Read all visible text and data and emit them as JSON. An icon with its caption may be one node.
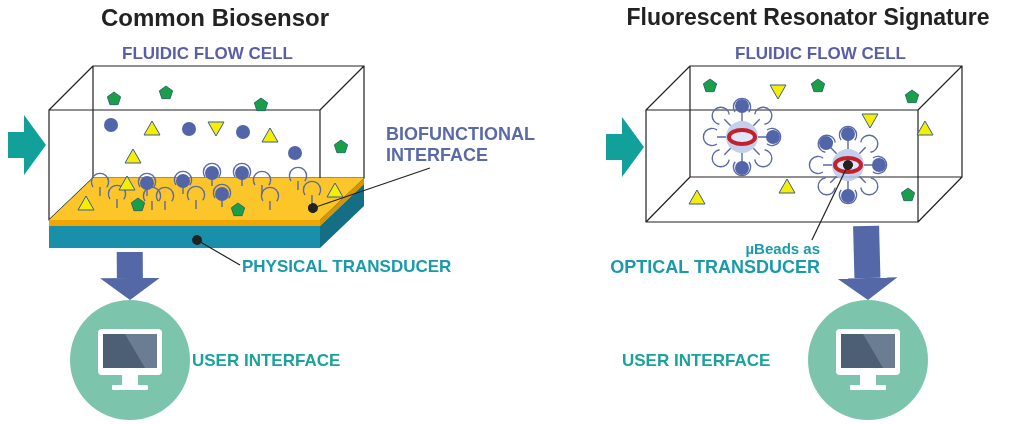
{
  "diagram": {
    "nodes": [
      {
        "text": [
          "FLUIDIC FLOW CELL"
        ]
      },
      {
        "text": [
          "BIOFUNCTIONAL INTERFACE"
        ]
      },
      {
        "text": [],
        "shape": "bar",
        "in": 0
      },
      {
        "text": [
          "PHYSICAL TRANSDUCER"
        ]
      },
      {
        "text": [],
        "shape": "bar"
      },
      {
        "text": [],
        "shape": "circle",
        "beside": [
          "USER INTERFACE"
        ]
      },
      {
        "text": [
          "FLUIDIC FLOW CELL"
        ]
      },
      {
        "text": [],
        "shape": "circle",
        "in": 6
      },
      {
        "text": [
          "µBeads as",
          "OPTICAL TRANSDUCER"
        ]
      },
      {
        "text": [],
        "shape": "circle",
        "beside": [
          "USER INTERFACE"
        ]
      }
    ],
    "edges": [
      {
        "from": null,
        "to": 0,
        "arrow": "to",
        "color": "#12a09a"
      },
      {
        "from": 4,
        "to": 5,
        "arrow": "to",
        "color": "#5468a8"
      },
      {
        "from": 1,
        "to": 2,
        "arrow": "other"
      },
      {
        "from": 3,
        "to": 4,
        "arrow": "other"
      },
      {
        "from": null,
        "to": 6,
        "arrow": "to",
        "color": "#12a09a"
      },
      {
        "from": 8,
        "to": 7,
        "arrow": "other"
      },
      {
        "from": 6,
        "to": 9,
        "arrow": "to",
        "color": "#5468a8"
      }
    ],
    "labels": [
      "Common Biosensor",
      "Fluorescent Resonator Signature"
    ]
  }
}
